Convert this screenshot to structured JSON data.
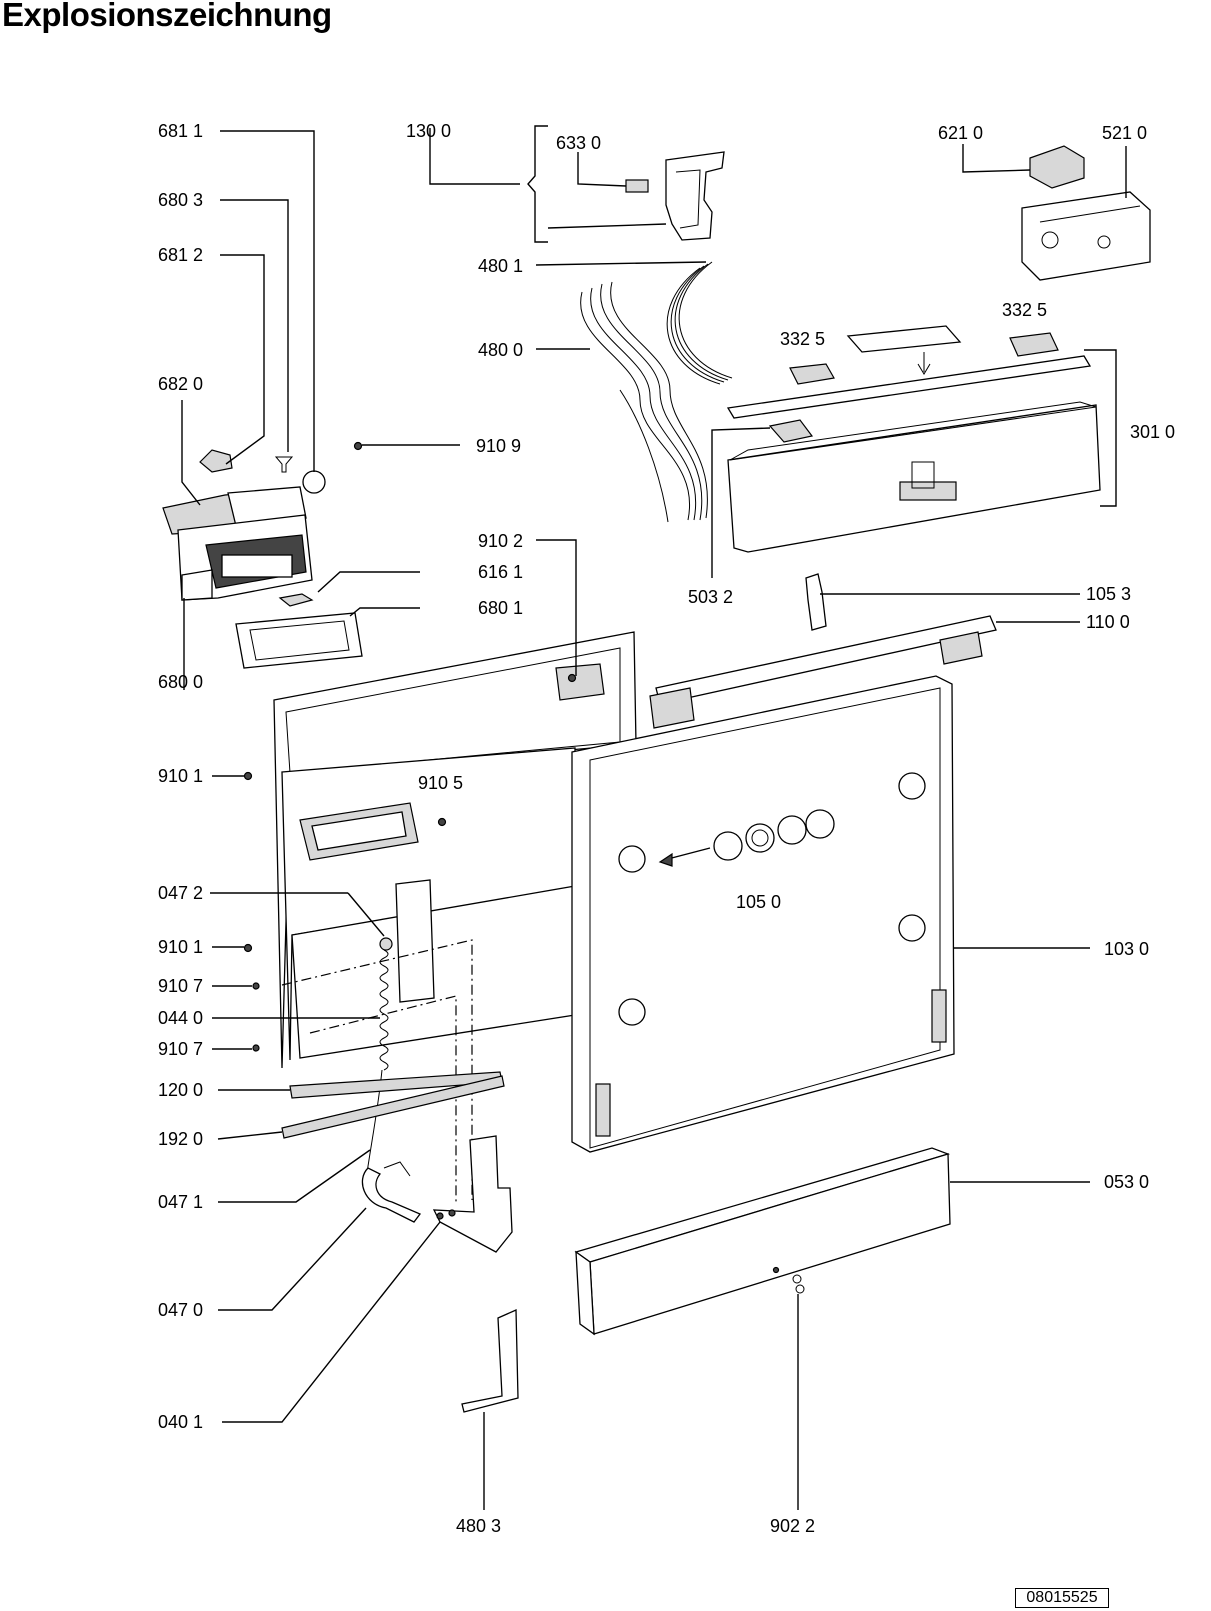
{
  "title": "Explosionszeichnung",
  "document_number": "08015525",
  "labels": {
    "l6811": "681 1",
    "l6803": "680 3",
    "l6812": "681 2",
    "l6820": "682 0",
    "l6161": "616 1",
    "l6801": "680 1",
    "l6800": "680 0",
    "l1300": "130 0",
    "l6330": "633 0",
    "l4801": "480 1",
    "l4800": "480 0",
    "l9109": "910 9",
    "l6210": "621 0",
    "l5210": "521 0",
    "l3325a": "332  5",
    "l3325b": "332  5",
    "l3010": "301 0",
    "l5032": "503 2",
    "l1053": "105 3",
    "l1100": "110 0",
    "l9102": "910 2",
    "l9101a": "910 1",
    "l9105": "910 5",
    "l1050": "105 0",
    "l1030": "103 0",
    "l0472": "047 2",
    "l9101b": "910 1",
    "l9107a": "910 7",
    "l0440": "044 0",
    "l9107b": "910 7",
    "l1200": "120 0",
    "l1920": "192 0",
    "l0471": "047 1",
    "l0530": "053 0",
    "l0470": "047 0",
    "l0401": "040 1",
    "l4803": "480 3",
    "l9022": "902 2"
  }
}
